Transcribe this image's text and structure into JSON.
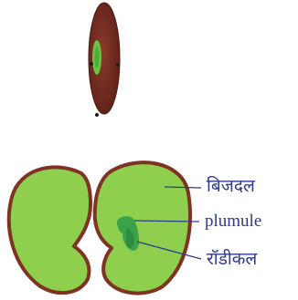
{
  "labels": {
    "cotyledon": "बिजदल",
    "plumule": "plumule",
    "radicle": "रॉडीकल"
  },
  "colors": {
    "seed_coat": "#7a2e22",
    "seed_coat_shade": "#5a1f16",
    "cotyledon_fill": "#8ed04e",
    "cotyledon_border": "#7e3323",
    "embryo_green": "#3aa34a",
    "label_text": "#2d3a8c",
    "leader_line": "#2d3a8c",
    "dot": "#1a1a1a"
  }
}
